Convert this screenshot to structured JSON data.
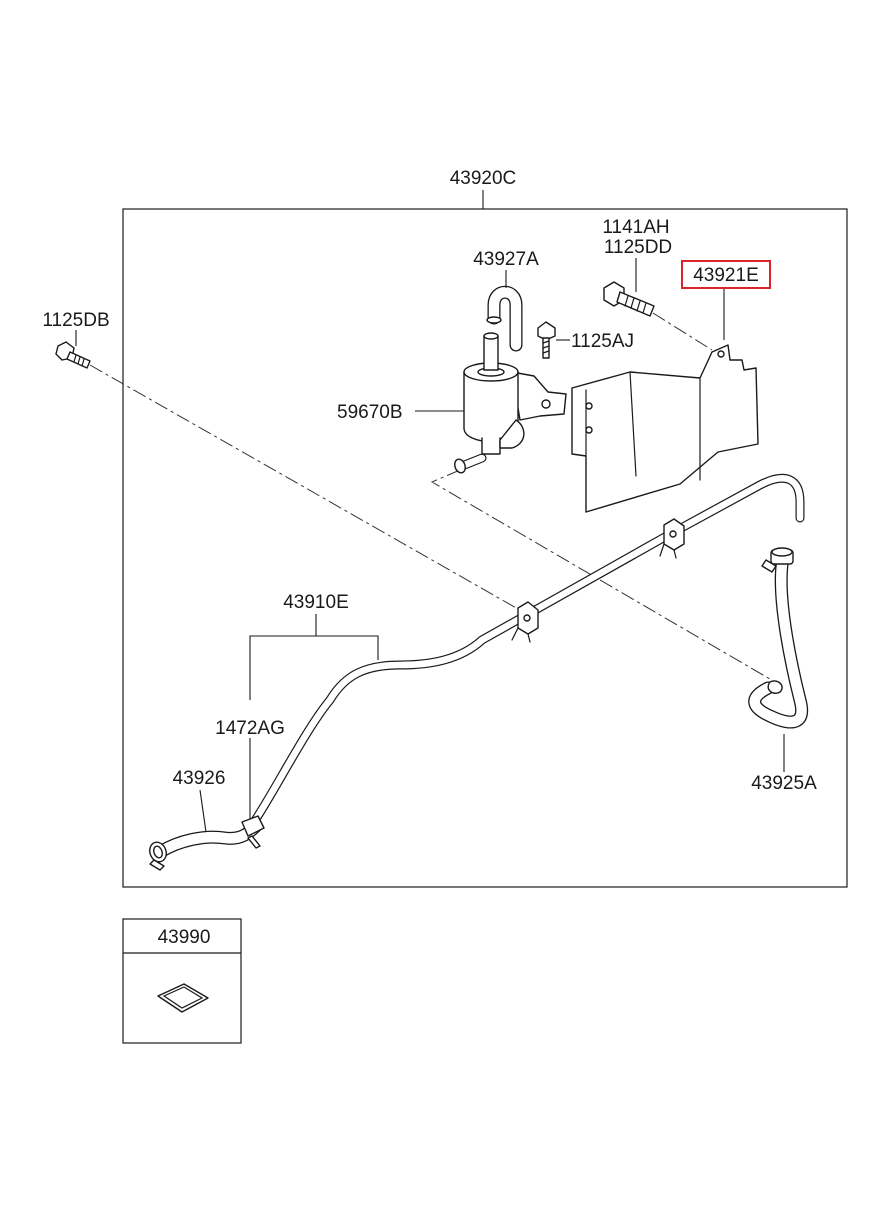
{
  "labels": {
    "assembly": "43920C",
    "bolt_left": "1125DB",
    "elbow_hose": "43927A",
    "bolt_top_1": "1141AH",
    "bolt_top_2": "1125DD",
    "bracket": "43921E",
    "bolt_small": "1125AJ",
    "valve": "59670B",
    "pipe_assembly": "43910E",
    "clamp": "1472AG",
    "hose_left": "43926",
    "hose_right": "43925A",
    "kit": "43990"
  },
  "highlight": {
    "part": "43921E",
    "color": "#d9262b"
  }
}
